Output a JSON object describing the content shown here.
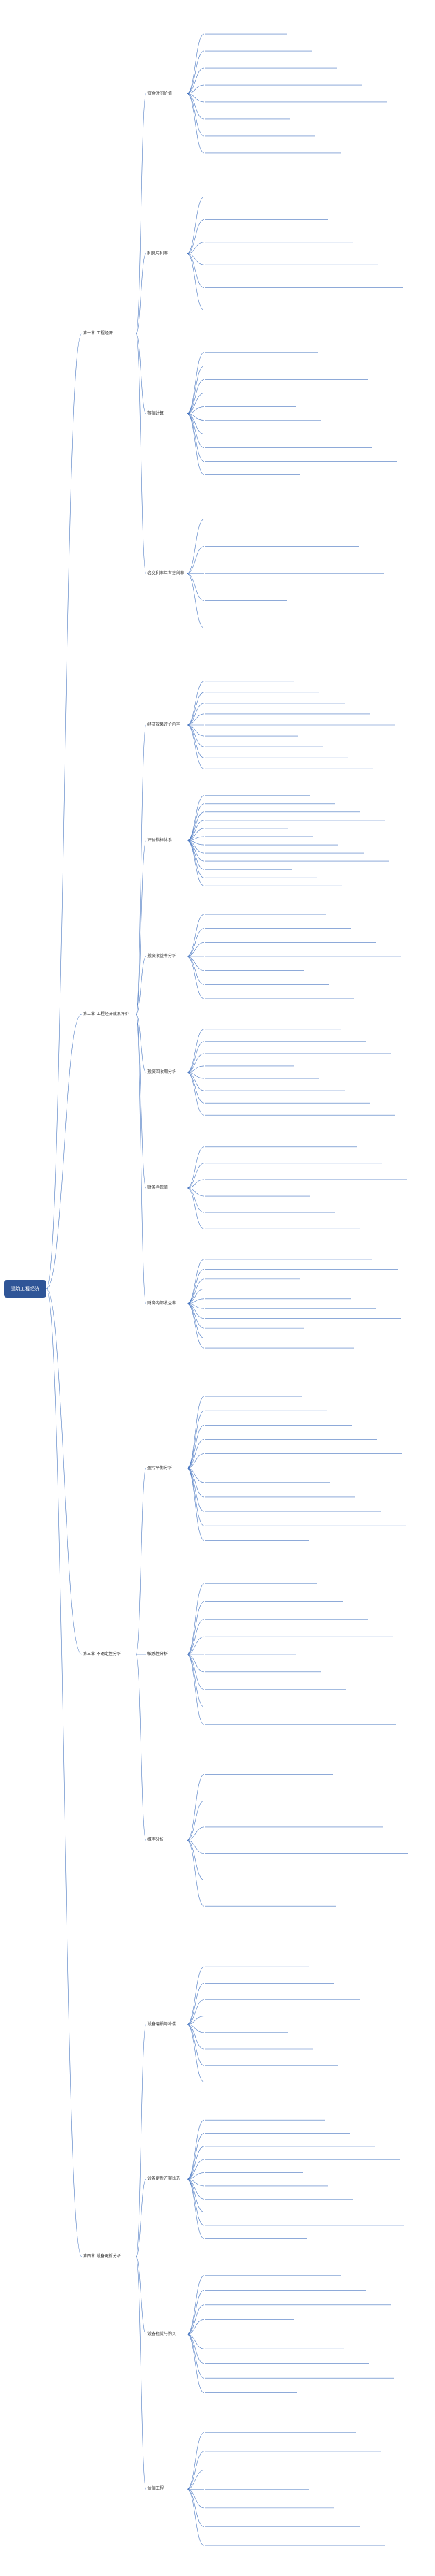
{
  "root": {
    "label": "建筑工程经济"
  },
  "branches": [
    {
      "id": "b1",
      "label": "第一章 工程经济",
      "children": [
        {
          "label": "资金时间价值",
          "leaves": 8
        },
        {
          "label": "利息与利率",
          "leaves": 6
        },
        {
          "label": "等值计算",
          "leaves": 10
        },
        {
          "label": "名义利率与有效利率",
          "leaves": 5
        }
      ]
    },
    {
      "id": "b2",
      "label": "第二章 工程经济效果评价",
      "children": [
        {
          "label": "经济效果评价内容",
          "leaves": 9
        },
        {
          "label": "评价指标体系",
          "leaves": 12
        },
        {
          "label": "投资收益率分析",
          "leaves": 7
        },
        {
          "label": "投资回收期分析",
          "leaves": 8
        },
        {
          "label": "财务净现值",
          "leaves": 6
        },
        {
          "label": "财务内部收益率",
          "leaves": 10
        }
      ]
    },
    {
      "id": "b3",
      "label": "第三章 不确定性分析",
      "children": [
        {
          "label": "盈亏平衡分析",
          "leaves": 11
        },
        {
          "label": "敏感性分析",
          "leaves": 9
        },
        {
          "label": "概率分析",
          "leaves": 6
        }
      ]
    },
    {
      "id": "b4",
      "label": "第四章 设备更新分析",
      "children": [
        {
          "label": "设备磨损与补偿",
          "leaves": 8
        },
        {
          "label": "设备更新方案比选",
          "leaves": 10
        },
        {
          "label": "设备租赁与购买",
          "leaves": 9
        },
        {
          "label": "价值工程",
          "leaves": 7
        }
      ]
    }
  ]
}
